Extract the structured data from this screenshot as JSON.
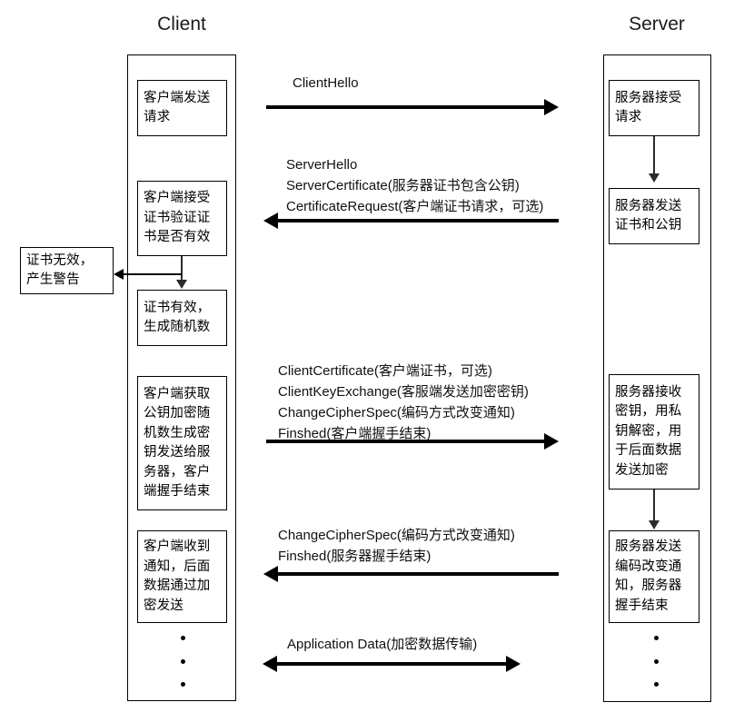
{
  "diagram": {
    "title_client": "Client",
    "title_server": "Server",
    "ellipsis_glyph": "•"
  },
  "client_nodes": [
    {
      "id": "client-send-request",
      "text": "客户端发送\n请求"
    },
    {
      "id": "client-verify-cert",
      "text": "客户端接受\n证书验证证\n书是否有效"
    },
    {
      "id": "client-cert-valid",
      "text": "证书有效，\n生成随机数"
    },
    {
      "id": "client-key-exchange",
      "text": "客户端获取\n公钥加密随\n机数生成密\n钥发送给服\n务器，客户\n端握手结束"
    },
    {
      "id": "client-received-notice",
      "text": "客户端收到\n通知，后面\n数据通过加\n密发送"
    }
  ],
  "branch_nodes": [
    {
      "id": "cert-invalid-alert",
      "text": "证书无效，\n产生警告"
    }
  ],
  "server_nodes": [
    {
      "id": "server-accept-request",
      "text": "服务器接受\n请求"
    },
    {
      "id": "server-send-cert",
      "text": "服务器发送\n证书和公钥"
    },
    {
      "id": "server-receive-key",
      "text": "服务器接收\n密钥，用私\n钥解密，用\n于后面数据\n发送加密"
    },
    {
      "id": "server-send-changecipher",
      "text": "服务器发送\n编码改变通\n知，服务器\n握手结束"
    }
  ],
  "messages": [
    {
      "id": "client-hello",
      "direction": "right",
      "label": "ClientHello"
    },
    {
      "id": "server-hello-group",
      "direction": "left",
      "label": "ServerHello\nServerCertificate(服务器证书包含公钥)\nCertificateRequest(客户端证书请求，可选)"
    },
    {
      "id": "client-key-exchange-group",
      "direction": "right",
      "label": "ClientCertificate(客户端证书，可选)\nClientKeyExchange(客服端发送加密密钥)\nChangeCipherSpec(编码方式改变通知)\nFinshed(客户端握手结束)"
    },
    {
      "id": "server-changecipher-group",
      "direction": "left",
      "label": "ChangeCipherSpec(编码方式改变通知)\nFinshed(服务器握手结束)"
    },
    {
      "id": "application-data",
      "direction": "both",
      "label": "Application Data(加密数据传输)"
    }
  ],
  "colors": {
    "stroke": "#000000",
    "background": "#ffffff",
    "connector": "#2b2b2b"
  }
}
